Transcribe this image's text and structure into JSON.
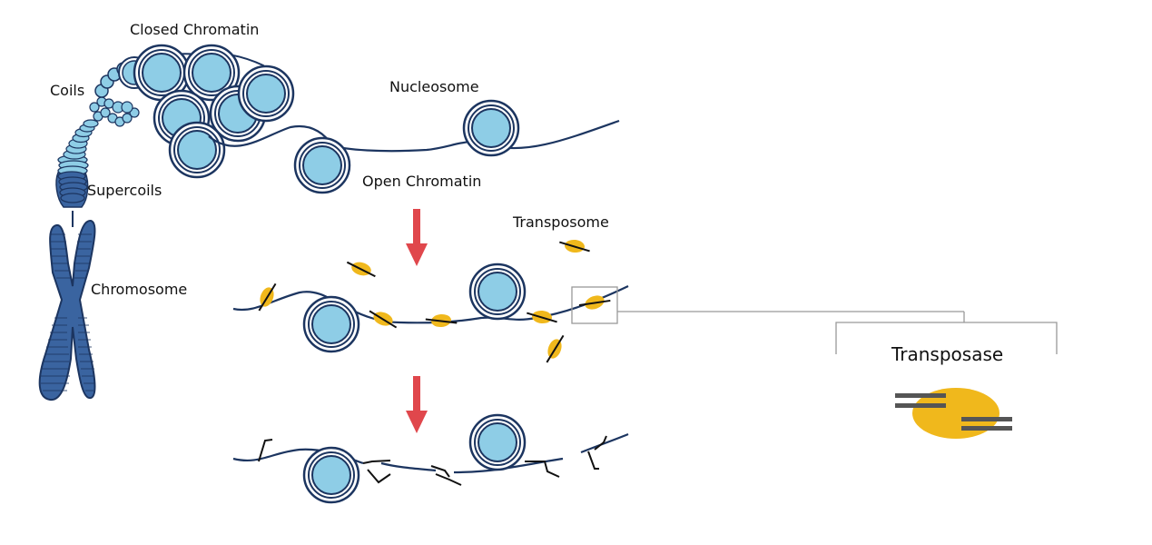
{
  "labels": {
    "closed_chromatin": "Closed Chromatin",
    "coils": "Coils",
    "nucleosome": "Nucleosome",
    "open_chromatin": "Open Chromatin",
    "supercoils": "Supercoils",
    "transposome": "Transposome",
    "chromosome": "Chromosome",
    "transposase": "Transposase"
  },
  "colors": {
    "dna_strand": "#1c3560",
    "nucleosome_fill": "#8ecde6",
    "nucleosome_ring": "#1c3560",
    "chromosome": "#3a64a0",
    "arrow": "#e0474c",
    "transposase_body": "#f0b81c",
    "adapter_bar": "#555555",
    "connector": "#999999"
  },
  "icons": {
    "arrow_1": "red-down-arrow-icon",
    "arrow_2": "red-down-arrow-icon"
  }
}
